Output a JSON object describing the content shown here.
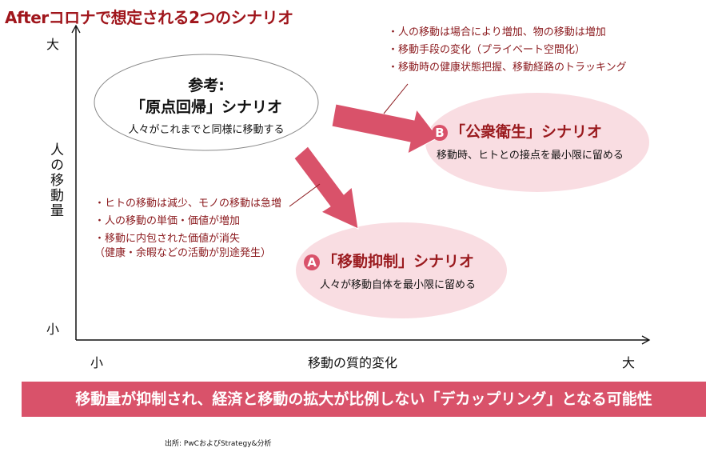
{
  "title": "Afterコロナで想定される2つのシナリオ",
  "axes": {
    "y_high": "大",
    "y_low": "小",
    "y_label": "人の移動量",
    "x_low": "小",
    "x_high": "大",
    "x_label": "移動の質的変化"
  },
  "reference": {
    "line1": "参考:",
    "line2": "「原点回帰」シナリオ",
    "desc": "人々がこれまでと同様に移動する"
  },
  "scenario_b": {
    "badge": "B",
    "name": "「公衆衛生」シナリオ",
    "desc": "移動時、ヒトとの接点を最小限に留める",
    "bullets": [
      "・人の移動は場合により増加、物の移動は増加",
      "・移動手段の変化（プライベート空間化）",
      "・移動時の健康状態把握、移動経路のトラッキング"
    ]
  },
  "scenario_a": {
    "badge": "A",
    "name": "「移動抑制」シナリオ",
    "desc": "人々が移動自体を最小限に留める",
    "bullets": [
      "・ヒトの移動は減少、モノの移動は急増",
      "・人の移動の単価・価値が増加",
      "・移動に内包された価値が消失",
      "（健康・余暇などの活動が別途発生）"
    ]
  },
  "banner": "移動量が抑制され、経済と移動の拡大が比例しない「デカップリング」となる可能性",
  "source": "出所: PwCおよびStrategy&分析",
  "colors": {
    "accent": "#d9526a",
    "title": "#a0161c",
    "ellipse_fill": "#f9dde2"
  }
}
